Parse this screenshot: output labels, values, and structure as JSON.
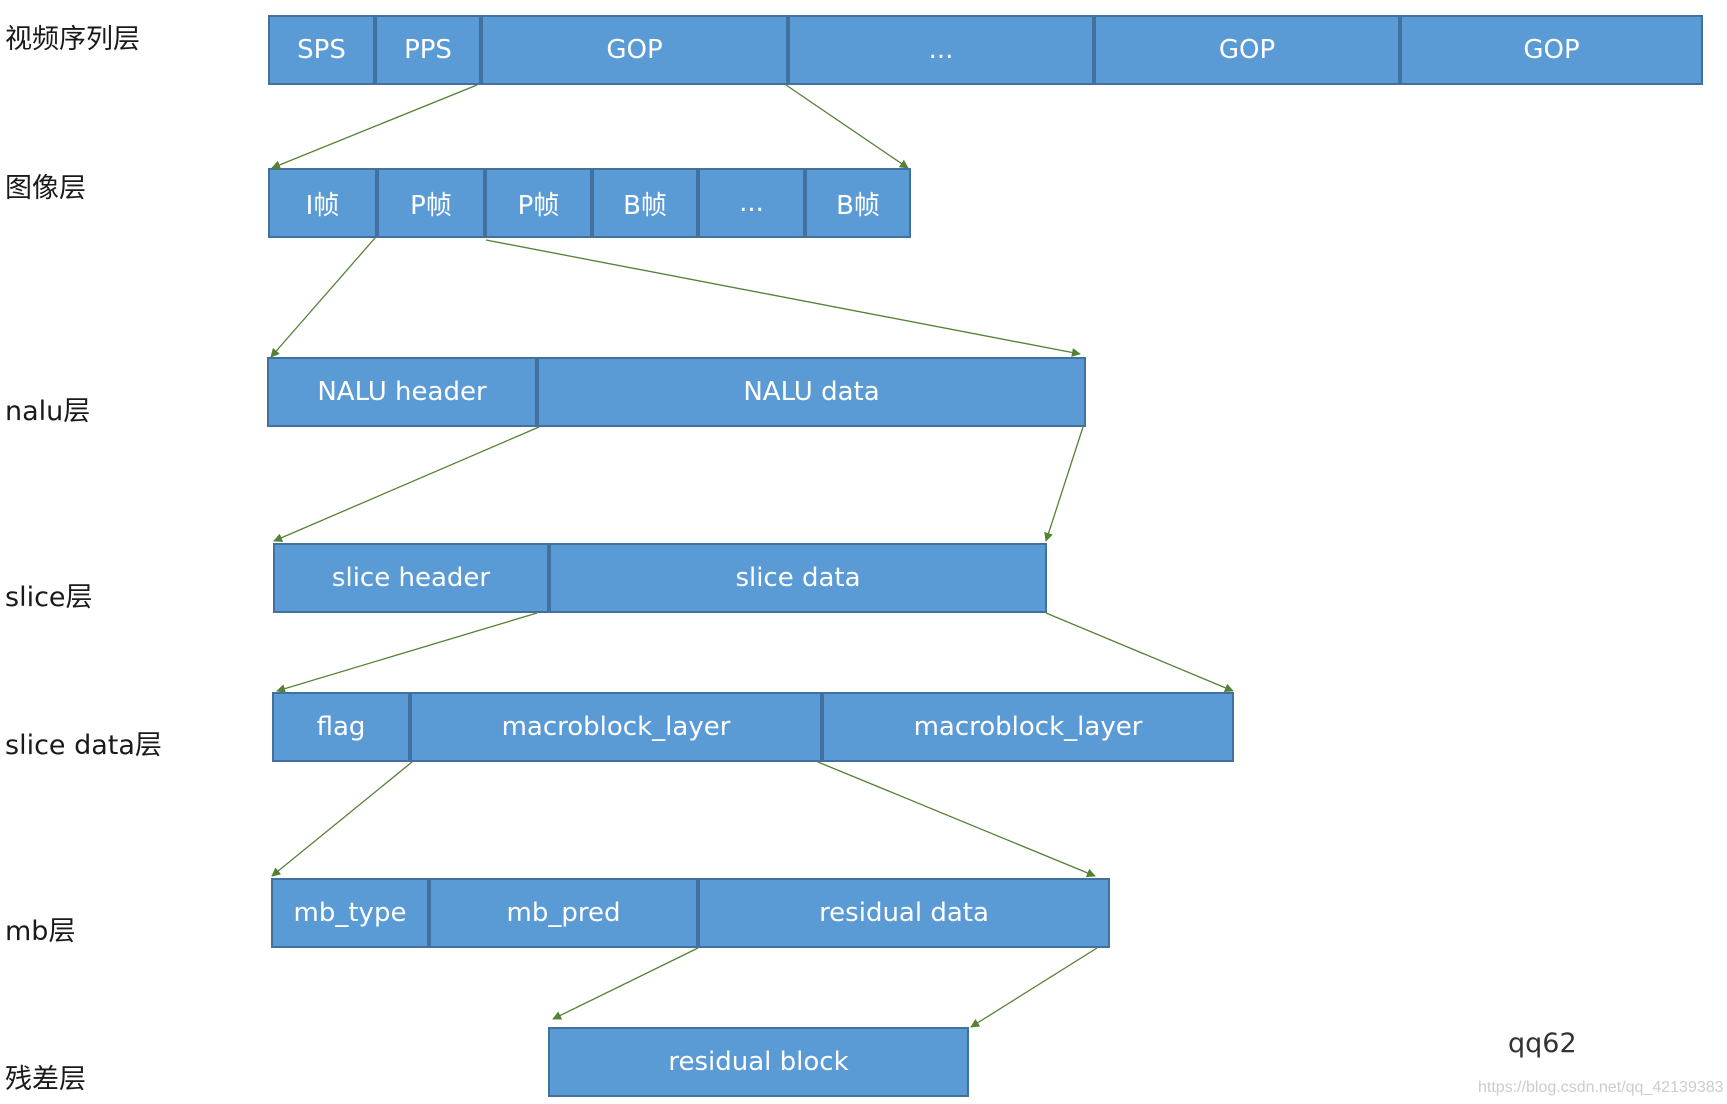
{
  "layer_labels": {
    "video_sequence": "视频序列层",
    "picture": "图像层",
    "nalu": "nalu层",
    "slice": "slice层",
    "slice_data": "slice data层",
    "mb": "mb层",
    "residual": "残差层"
  },
  "rows": {
    "sequence": [
      "SPS",
      "PPS",
      "GOP",
      "...",
      "GOP",
      "GOP"
    ],
    "picture": [
      "I帧",
      "P帧",
      "P帧",
      "B帧",
      "...",
      "B帧"
    ],
    "nalu": [
      "NALU header",
      "NALU data"
    ],
    "slice": [
      "slice header",
      "slice data"
    ],
    "slice_data": [
      "flag",
      "macroblock_layer",
      "macroblock_layer"
    ],
    "mb": [
      "mb_type",
      "mb_pred",
      "residual data"
    ],
    "residual": [
      "residual block"
    ]
  },
  "author_mark": "qq62",
  "watermark": "https://blog.csdn.net/qq_42139383",
  "colors": {
    "box_fill": "#5b9bd5",
    "box_border": "#41719c",
    "arrow": "#548235"
  }
}
